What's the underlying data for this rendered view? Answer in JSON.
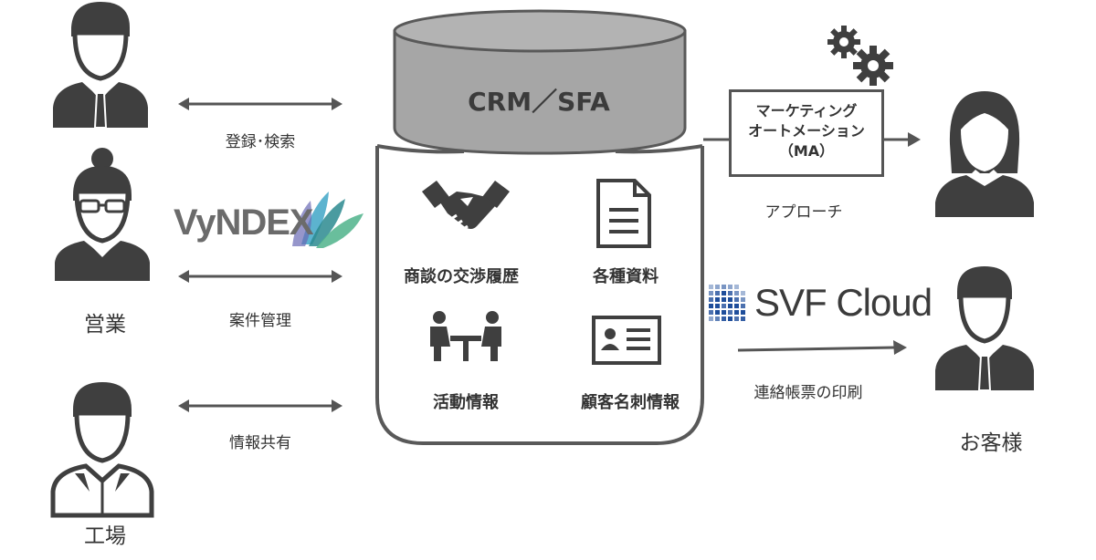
{
  "people": {
    "sales_label": "営業",
    "factory_label": "工場",
    "customer_label": "お客様"
  },
  "arrows": {
    "register_search": "登録･検索",
    "case_management": "案件管理",
    "info_sharing": "情報共有",
    "approach": "アプローチ",
    "print_forms": "連絡帳票の印刷"
  },
  "database": {
    "title": "CRM／SFA",
    "items": [
      {
        "label": "商談の交渉履歴",
        "icon": "handshake-icon"
      },
      {
        "label": "各種資料",
        "icon": "document-icon"
      },
      {
        "label": "活動情報",
        "icon": "meeting-icon"
      },
      {
        "label": "顧客名刺情報",
        "icon": "business-card-icon"
      }
    ]
  },
  "ma": {
    "line1": "マーケティング",
    "line2": "オートメーション",
    "line3": "（MA）"
  },
  "logos": {
    "vyndex": "VyNDEX",
    "svf": "SVF Cloud"
  },
  "colors": {
    "person": "#3f3f3f",
    "db_top": "#a6a6a6",
    "db_border": "#595959",
    "svf_blue": "#1f4e9b"
  }
}
